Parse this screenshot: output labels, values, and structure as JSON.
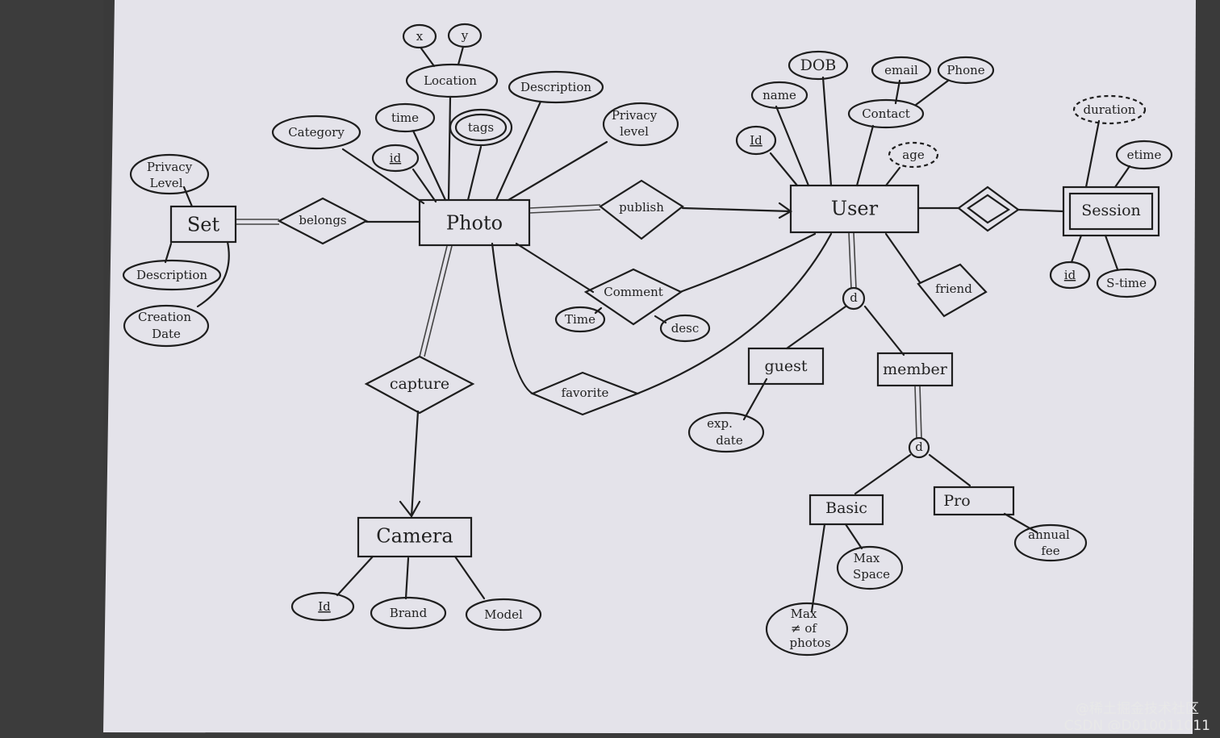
{
  "diagram": {
    "entities": {
      "set": "Set",
      "photo": "Photo",
      "user": "User",
      "session": "Session",
      "camera": "Camera",
      "guest": "guest",
      "member": "member",
      "basic": "Basic",
      "pro": "Pro"
    },
    "relationships": {
      "belongs": "belongs",
      "publish": "publish",
      "comment": "Comment",
      "capture": "capture",
      "favorite": "favorite",
      "friend": "friend",
      "session_link": ""
    },
    "attributes": {
      "set_privacy": [
        "Privacy",
        "Level"
      ],
      "set_description": "Description",
      "set_creation": [
        "Creation",
        "Date"
      ],
      "category": "Category",
      "photo_id": "id",
      "time": "time",
      "tags": "tags",
      "location": "Location",
      "x": "x",
      "y": "y",
      "photo_description": "Description",
      "photo_privacy": [
        "Privacy",
        "level"
      ],
      "comment_time": "Time",
      "comment_desc": "desc",
      "user_id": "Id",
      "name": "name",
      "dob": "DOB",
      "contact": "Contact",
      "email": "email",
      "phone": "Phone",
      "age": "age",
      "duration": "duration",
      "etime": "etime",
      "session_id": "id",
      "stime": "S-time",
      "exp_date": [
        "exp.",
        "date"
      ],
      "max_space": [
        "Max",
        "Space"
      ],
      "max_photos": [
        "Max",
        "≠ of",
        "photos"
      ],
      "annual_fee": [
        "annual",
        "fee"
      ],
      "camera_id": "Id",
      "brand": "Brand",
      "model": "Model"
    },
    "disjoint": [
      "d",
      "d"
    ]
  },
  "watermark": {
    "line1": "@稀土掘金技术社区",
    "line2": "CSDN @D010011011"
  },
  "colors": {
    "paper": "#e4e3ea",
    "ink": "#1e1e1e",
    "background": "#3a3a3a"
  }
}
